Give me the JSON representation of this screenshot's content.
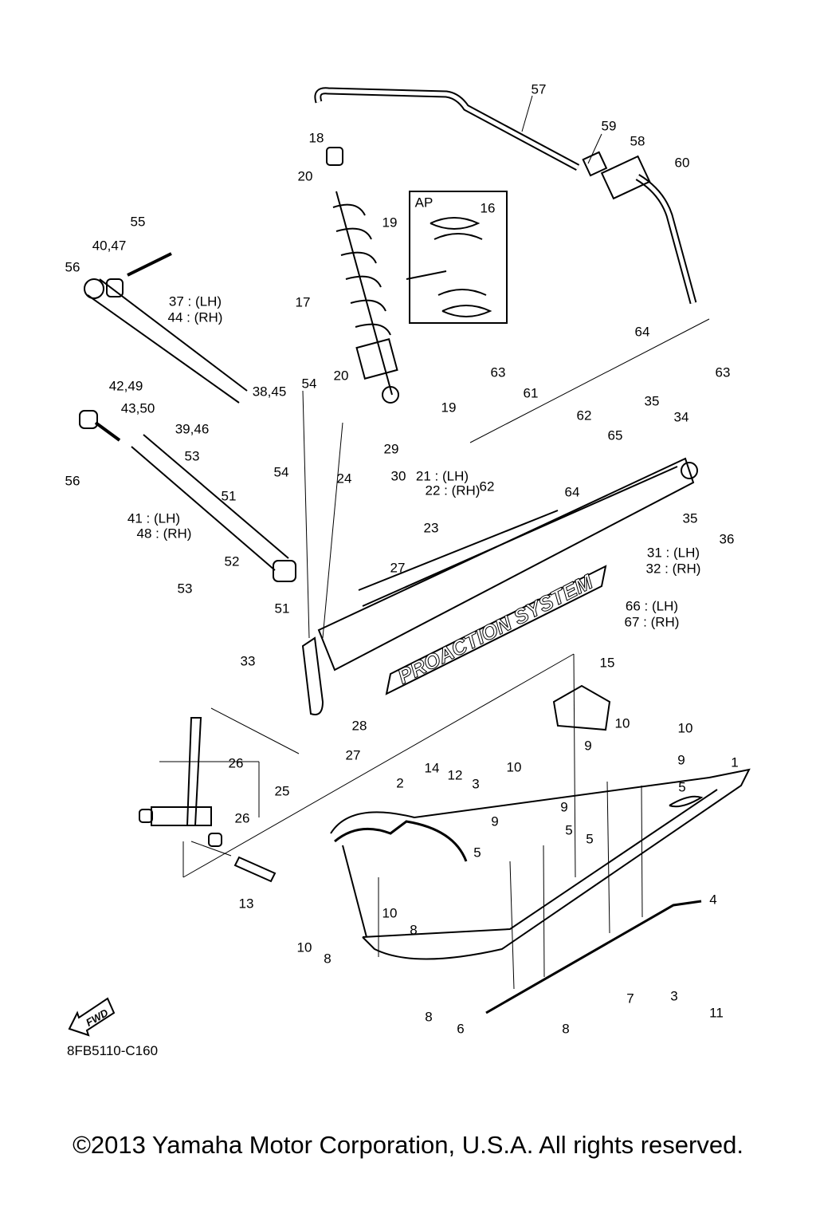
{
  "diagram": {
    "drawing_code": "8FB5110-C160",
    "fwd_label": "FWD",
    "logo_text": "PROACTION SYSTEM",
    "copyright": "©2013 Yamaha Motor Corporation, U.S.A. All rights reserved.",
    "callouts": [
      "57",
      "59",
      "58",
      "60",
      "18",
      "20",
      "19",
      "AP",
      "16",
      "55",
      "40,47",
      "56",
      "37 : (LH)",
      "44 : (RH)",
      "17",
      "64",
      "63",
      "20",
      "19",
      "63",
      "61",
      "42,49",
      "43,50",
      "38,45",
      "54",
      "39,46",
      "62",
      "35",
      "34",
      "65",
      "29",
      "53",
      "56",
      "30",
      "21 : (LH)",
      "22 : (RH)",
      "24",
      "54",
      "62",
      "64",
      "35",
      "36",
      "51",
      "23",
      "41 : (LH)",
      "48 : (RH)",
      "31 : (LH)",
      "32 : (RH)",
      "52",
      "27",
      "53",
      "66 : (LH)",
      "67 : (RH)",
      "51",
      "15",
      "33",
      "28",
      "27",
      "26",
      "25",
      "10",
      "10",
      "9",
      "9",
      "14",
      "2",
      "12",
      "3",
      "10",
      "1",
      "5",
      "9",
      "9",
      "5",
      "26",
      "5",
      "5",
      "13",
      "4",
      "10",
      "8",
      "10",
      "8",
      "7",
      "3",
      "11",
      "8",
      "6",
      "8"
    ]
  }
}
